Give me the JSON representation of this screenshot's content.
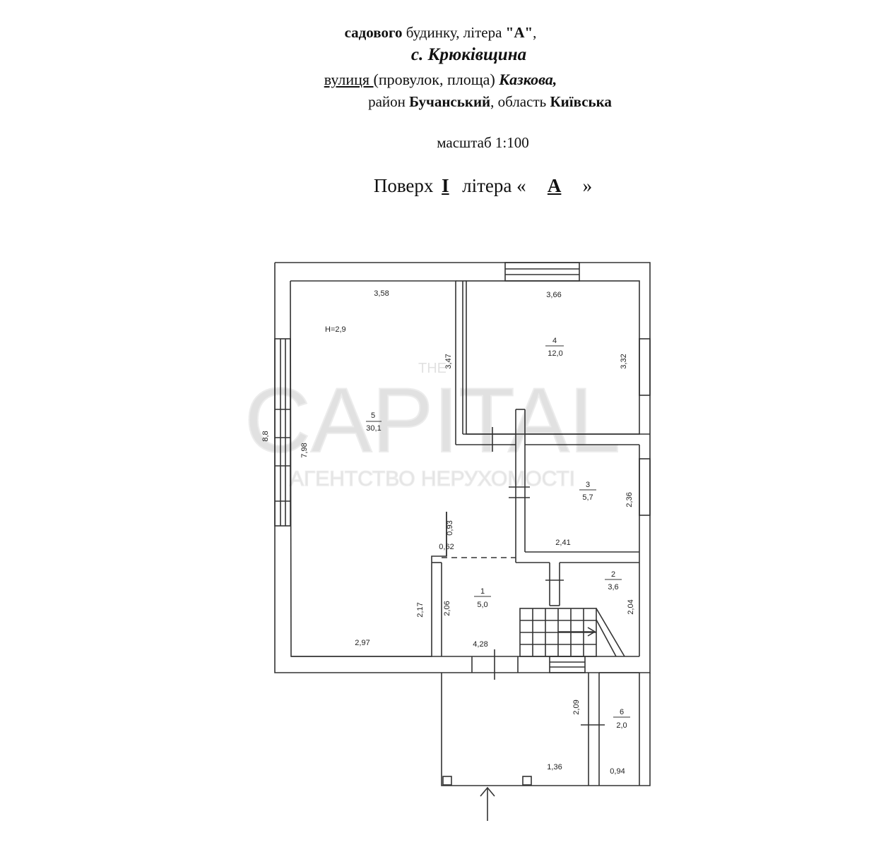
{
  "header": {
    "line1_bold": "садового",
    "line1_rest": " будинку, літера ",
    "line1_letter": "\"А\"",
    "line1_end": ",",
    "line2": "с. Крюківщина",
    "line3_u": "вулиця ",
    "line3_rest": "(провулок, площа) ",
    "line3_street": "Казкова,",
    "line4_a": "район ",
    "line4_district": "Бучанський",
    "line4_b": ", область ",
    "line4_region": "Київська",
    "scale": "масштаб 1:100",
    "floor_a": "Поверх",
    "floor_num": "I",
    "floor_b": " літера «",
    "floor_letter": "А",
    "floor_c": "»"
  },
  "watermark": {
    "top": "THE",
    "main": "CAPITAL",
    "sub": "АГЕНТСТВО НЕРУХОМОСТІ"
  },
  "plan": {
    "rooms": [
      {
        "number": "5",
        "area": "30,1"
      },
      {
        "number": "4",
        "area": "12,0"
      },
      {
        "number": "3",
        "area": "5,7"
      },
      {
        "number": "2",
        "area": "3,6"
      },
      {
        "number": "1",
        "area": "5,0"
      },
      {
        "number": "6",
        "area": "2,0"
      }
    ],
    "height": "Н=2,9",
    "dims": {
      "d358": "3,58",
      "d366": "3,66",
      "d347": "3,47",
      "d332": "3,32",
      "d88": "8,8",
      "d798": "7,98",
      "d093": "0,93",
      "d062": "0,62",
      "d236": "2,36",
      "d241": "2,41",
      "d217": "2,17",
      "d206": "2,06",
      "d204": "2,04",
      "d297": "2,97",
      "d428": "4,28",
      "d209": "2,09",
      "d136": "1,36",
      "d094": "0,94"
    }
  }
}
